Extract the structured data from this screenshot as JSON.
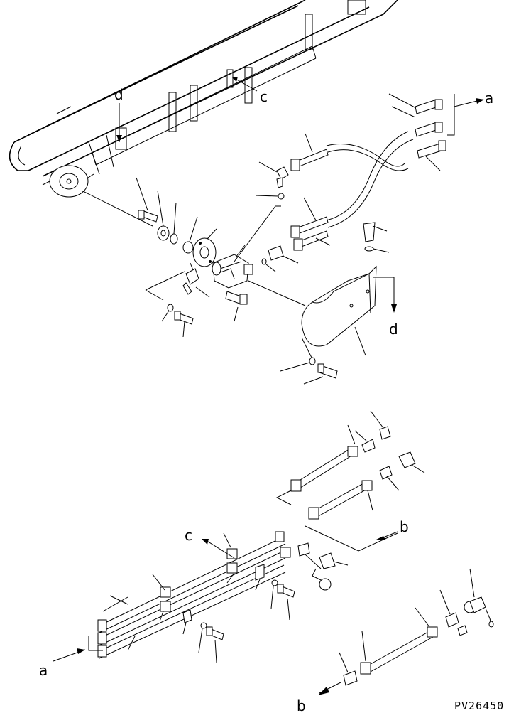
{
  "labels": {
    "a": "a",
    "b": "b",
    "c": "c",
    "d": "d"
  },
  "drawing_code": "PV26450"
}
